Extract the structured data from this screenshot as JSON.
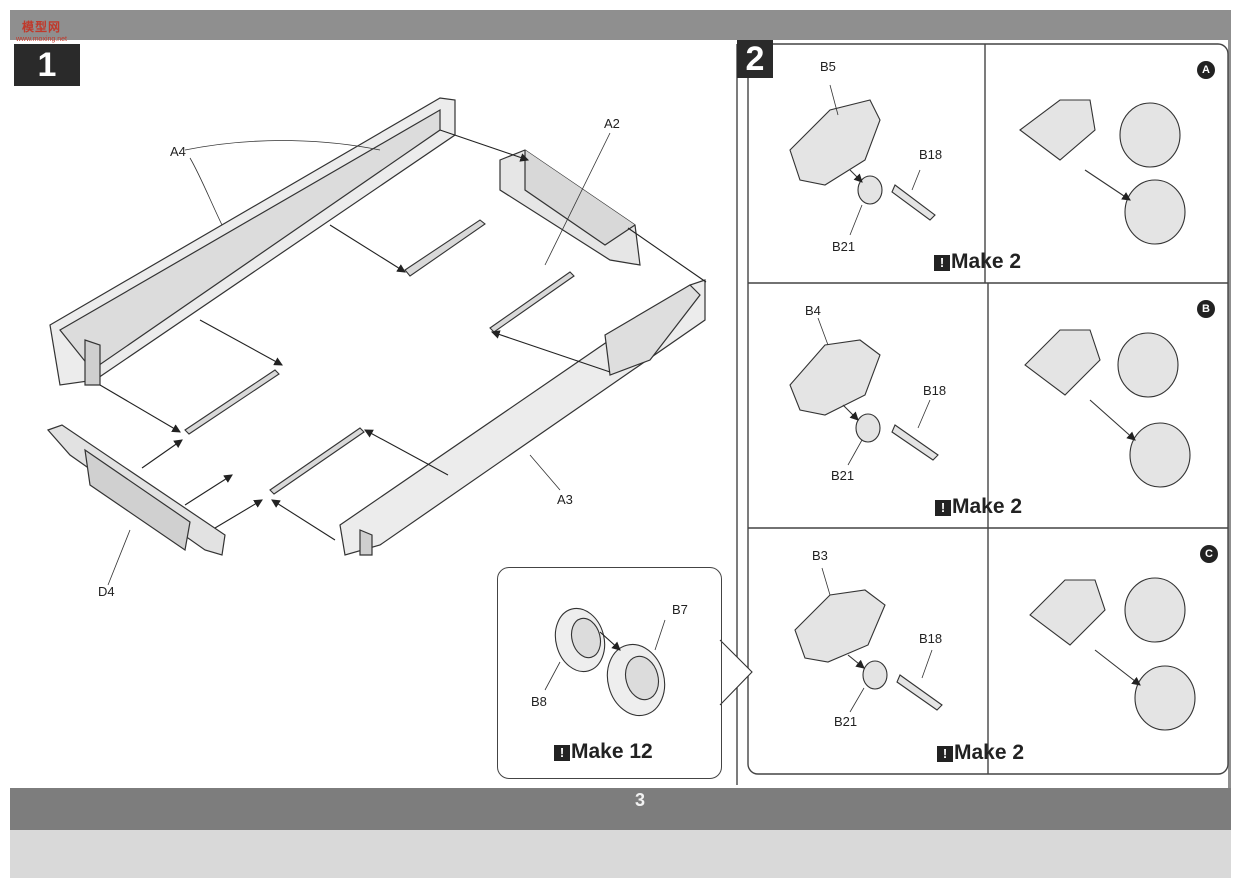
{
  "page": {
    "number": "3"
  },
  "logo": {
    "text": "模型网",
    "sub": "www.moxing.net"
  },
  "step1": {
    "badge": "1",
    "callouts": {
      "a4": "A4",
      "a2": "A2",
      "a3": "A3",
      "d4": "D4"
    }
  },
  "wheel_subassembly": {
    "callouts": {
      "b7": "B7",
      "b8": "B8"
    },
    "make": {
      "icon": "!",
      "text": "Make 12"
    }
  },
  "step2": {
    "badge": "2",
    "rows": [
      {
        "variant": "A",
        "callouts": {
          "arm": "B5",
          "axle": "B18",
          "hub": "B21"
        },
        "make": {
          "icon": "!",
          "text": "Make 2"
        }
      },
      {
        "variant": "B",
        "callouts": {
          "arm": "B4",
          "axle": "B18",
          "hub": "B21"
        },
        "make": {
          "icon": "!",
          "text": "Make 2"
        }
      },
      {
        "variant": "C",
        "callouts": {
          "arm": "B3",
          "axle": "B18",
          "hub": "B21"
        },
        "make": {
          "icon": "!",
          "text": "Make 2"
        }
      }
    ]
  }
}
